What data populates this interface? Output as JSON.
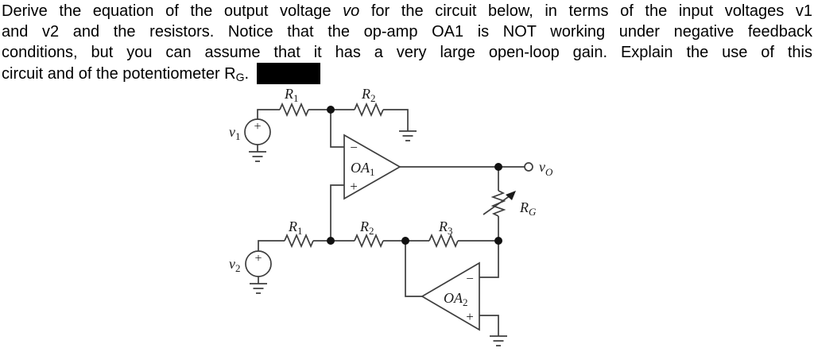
{
  "problem": {
    "line1": {
      "pre": "Derive the equation of the output voltage ",
      "italic": "vo",
      "post": " for the circuit below, in terms of the input voltages v1"
    },
    "line2": "and v2 and the resistors. Notice that the op-amp OA1 is NOT working under negative feedback",
    "line3": "conditions, but you can assume that it has a very large open-loop gain. Explain the use of this",
    "line4": {
      "pre": "circuit and of the potentiometer R",
      "sub": "G",
      "period": "."
    }
  },
  "circuit": {
    "labels": {
      "v1": {
        "main": "v",
        "sub": "1"
      },
      "v2": {
        "main": "v",
        "sub": "2"
      },
      "r1_top": {
        "main": "R",
        "sub": "1"
      },
      "r2_top": {
        "main": "R",
        "sub": "2"
      },
      "r1_bottom": {
        "main": "R",
        "sub": "1"
      },
      "r2_bottom": {
        "main": "R",
        "sub": "2"
      },
      "r3": {
        "main": "R",
        "sub": "3"
      },
      "rg": {
        "main": "R",
        "sub": "G"
      },
      "oa1": {
        "main": "OA",
        "sub": "1"
      },
      "oa2": {
        "main": "OA",
        "sub": "2"
      },
      "vo": {
        "main": "v",
        "sub": "O"
      },
      "plus": "+",
      "minus": "−"
    },
    "colors": {
      "wire": "#3e3e3e",
      "node": "#111111",
      "text": "#1a1a1a",
      "redaction": "#000000"
    }
  }
}
